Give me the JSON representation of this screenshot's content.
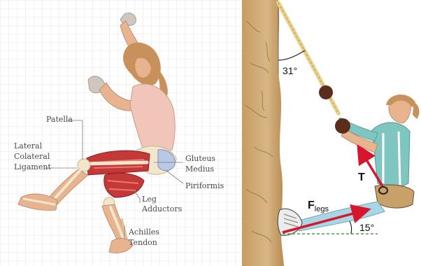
{
  "left_panel": {
    "labels": {
      "patella": "Patella",
      "lateral_line1": "Lateral",
      "lateral_line2": "Colateral",
      "lateral_line3": "Ligament",
      "gluteus_line1": "Gluteus",
      "gluteus_line2": "Medius",
      "piriformis": "Piriformis",
      "leg_line1": "Leg",
      "leg_line2": "Adductors",
      "achilles_line1": "Achilles",
      "achilles_line2": "Tendon"
    },
    "colors": {
      "grid": "#e9dede",
      "skin": "#e8b38f",
      "muscle": "#c4383a",
      "bone": "#f2e6cc",
      "hair": "#c8905a",
      "label": "#4a4a4a"
    }
  },
  "right_panel": {
    "angle_top": "31°",
    "angle_bottom": "15°",
    "tension_label": "T",
    "legs_force_main": "F",
    "legs_force_sub": "legs",
    "colors": {
      "rock": "#d4b07c",
      "rope": "#e6d08a",
      "arrow": "#d7162e",
      "shirt": "#7fc6c0",
      "pants": "#a8d6e4",
      "dashed": "#4aa43e"
    }
  }
}
